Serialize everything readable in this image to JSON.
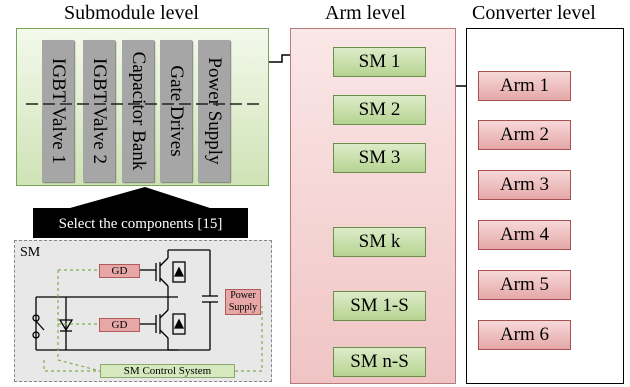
{
  "titles": {
    "submodule": "Submodule level",
    "arm": "Arm level",
    "converter": "Converter level"
  },
  "components": [
    "IGBT Valve 1",
    "IGBT Valve 2",
    "Capacitor Bank",
    "Gate Drives",
    "Power Supply"
  ],
  "callout": "Select the components [15]",
  "circuit": {
    "tag": "SM",
    "gd_top": "GD",
    "gd_bottom": "GD",
    "power_supply_line1": "Power",
    "power_supply_line2": "Supply",
    "control_system": "SM Control System"
  },
  "arm_modules": [
    "SM 1",
    "SM 2",
    "SM 3",
    "SM k",
    "SM 1-S",
    "SM n-S"
  ],
  "converter_arms": [
    "Arm 1",
    "Arm 2",
    "Arm 3",
    "Arm 4",
    "Arm 5",
    "Arm 6"
  ],
  "colors": {
    "submodule_panel": "#cfe3b6",
    "arm_panel": "#f0c4c4",
    "sm_block": "#b6d392",
    "arm_block": "#e5a8a8",
    "component": "#a6a6a6"
  }
}
